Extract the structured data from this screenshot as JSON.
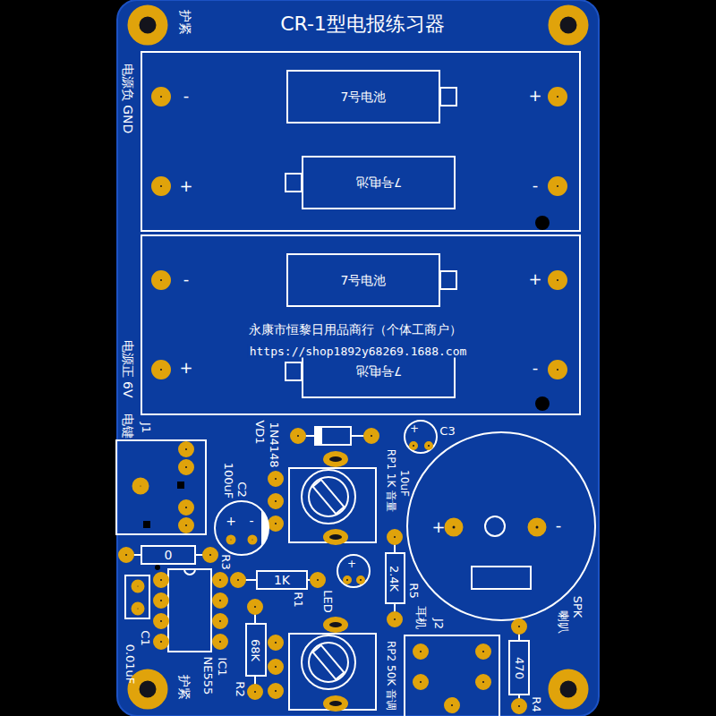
{
  "diagram": {
    "title": "CR-1型电报练习器",
    "nodes": [
      {
        "text": [
          "7号电池"
        ]
      },
      {
        "text": [
          "7号电池"
        ]
      },
      {
        "text": [
          "7号电池"
        ]
      },
      {
        "text": [
          "7号电池"
        ]
      },
      {
        "text": [
          "0"
        ]
      },
      {
        "text": [
          "1K"
        ]
      },
      {
        "text": [
          "2.4K"
        ]
      },
      {
        "text": [
          "68K"
        ]
      },
      {
        "text": [
          "470"
        ]
      }
    ],
    "labels": [
      "护紧",
      "电源负 GND",
      "-",
      "+",
      "+",
      "-",
      "-",
      "+",
      "永康市恒黎日用品商行（个体工商户）",
      "+",
      "-",
      "https://shop1892y68269.1688.com",
      "电源正 6V",
      "电键",
      "J1",
      "VD1",
      "1N4148",
      "C3",
      "+",
      "RP1 1K 音量",
      "10uF",
      "100uF",
      "C2",
      "+",
      "-",
      "+",
      "-",
      "R3",
      "+",
      "R1",
      "LED",
      "R5",
      "耳机",
      "SPK",
      "喇叭",
      "J2",
      "C1",
      "0.01uF",
      "IC1",
      "NE555",
      "R2",
      "RP2 50K 音调",
      "护紧",
      "R4"
    ]
  }
}
